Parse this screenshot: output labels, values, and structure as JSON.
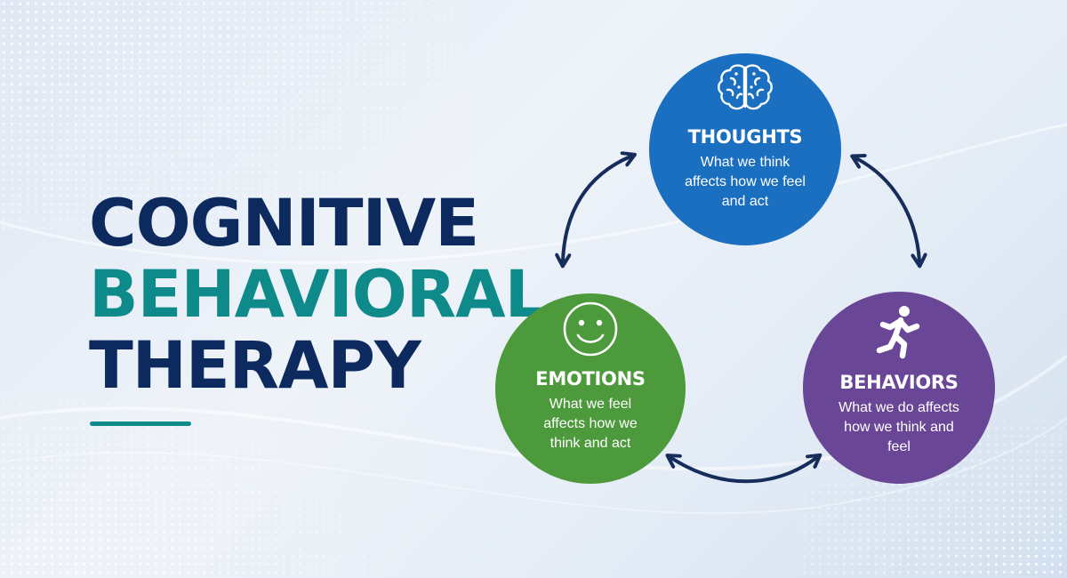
{
  "title": {
    "line1": "COGNITIVE",
    "line2": "BEHAVIORAL",
    "line3": "THERAPY"
  },
  "nodes": {
    "thoughts": {
      "title": "THOUGHTS",
      "desc": "What we think affects how we feel and act",
      "icon": "brain-icon"
    },
    "emotions": {
      "title": "EMOTIONS",
      "desc": "What we feel affects how we think and act",
      "icon": "smiley-icon"
    },
    "behaviors": {
      "title": "BEHAVIORS",
      "desc": "What we do affects how we think and feel",
      "icon": "running-person-icon"
    }
  },
  "colors": {
    "navy": "#0d2a5e",
    "teal": "#0f8a8a",
    "thoughts": "#1b6fc0",
    "emotions": "#4d9a3c",
    "behaviors": "#6a4696",
    "arrow": "#162c5a"
  }
}
